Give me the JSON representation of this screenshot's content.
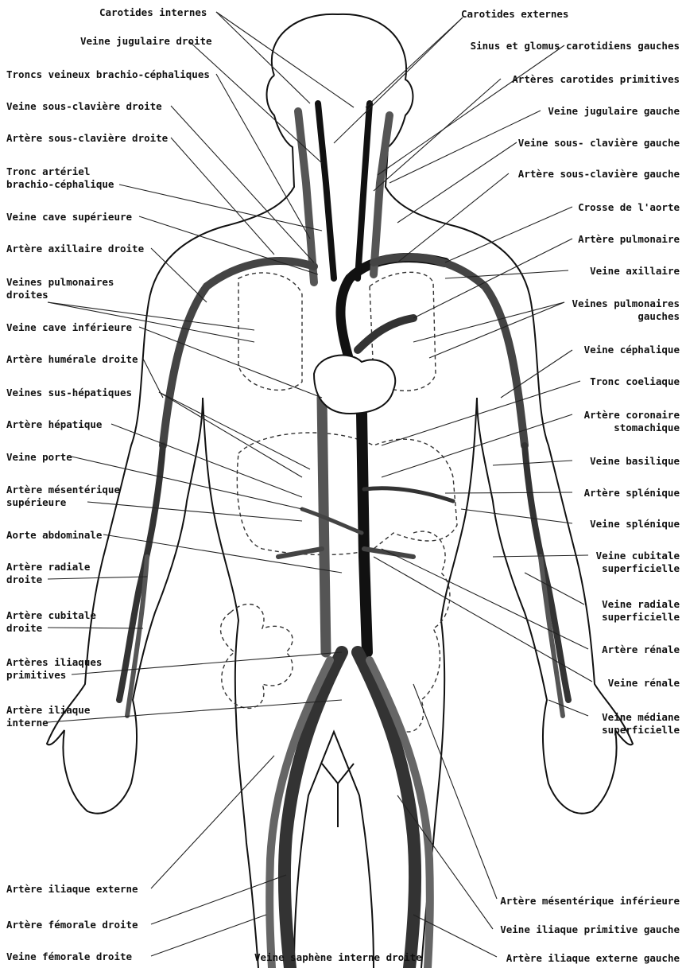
{
  "labels_left": [
    {
      "id": "veine-jugulaire-droite",
      "text": "Veine jugulaire droite"
    },
    {
      "id": "troncs-veineux",
      "text": "Troncs veineux brachio-céphaliques"
    },
    {
      "id": "veine-sous-claviere-droite",
      "text": "Veine sous-clavière droite"
    },
    {
      "id": "artere-sous-claviere-droite",
      "text": "Artère sous-clavière droite"
    },
    {
      "id": "tronc-arteriel-1",
      "text": "Tronc artériel"
    },
    {
      "id": "tronc-arteriel-2",
      "text": "brachio-céphalique"
    },
    {
      "id": "veine-cave-superieure",
      "text": "Veine cave supérieure"
    },
    {
      "id": "artere-axillaire-droite",
      "text": "Artère axillaire droite"
    },
    {
      "id": "veines-pulmonaires-droites-1",
      "text": "Veines pulmonaires"
    },
    {
      "id": "veines-pulmonaires-droites-2",
      "text": "droites"
    },
    {
      "id": "veine-cave-inferieure",
      "text": "Veine cave inférieure"
    },
    {
      "id": "artere-humerale-droite",
      "text": "Artère humérale droite"
    },
    {
      "id": "veines-sus-hepatiques",
      "text": "Veines sus-hépatiques"
    },
    {
      "id": "artere-hepatique",
      "text": "Artère hépatique"
    },
    {
      "id": "veine-porte",
      "text": "Veine porte"
    },
    {
      "id": "artere-mesenterique-sup-1",
      "text": "Artère mésentérique"
    },
    {
      "id": "artere-mesenterique-sup-2",
      "text": "supérieure"
    },
    {
      "id": "aorte-abdominale",
      "text": "Aorte abdominale"
    },
    {
      "id": "artere-radiale-droite-1",
      "text": "Artère radiale"
    },
    {
      "id": "artere-radiale-droite-2",
      "text": "droite"
    },
    {
      "id": "artere-cubitale-droite-1",
      "text": "Artère cubitale"
    },
    {
      "id": "artere-cubitale-droite-2",
      "text": "droite"
    },
    {
      "id": "arteres-iliaques-primitives-1",
      "text": "Artères iliaques"
    },
    {
      "id": "arteres-iliaques-primitives-2",
      "text": "primitives"
    },
    {
      "id": "artere-iliaque-interne-1",
      "text": "Artère iliaque"
    },
    {
      "id": "artere-iliaque-interne-2",
      "text": "interne"
    },
    {
      "id": "artere-iliaque-externe",
      "text": "Artère iliaque externe"
    },
    {
      "id": "artere-femorale-droite",
      "text": "Artère fémorale droite"
    },
    {
      "id": "veine-femorale-droite",
      "text": "Veine fémorale droite"
    }
  ],
  "labels_right": [
    {
      "id": "carotides-externes",
      "text": "Carotides externes"
    },
    {
      "id": "sinus-glomus",
      "text": "Sinus et glomus carotidiens gauches"
    },
    {
      "id": "arteres-carotides-primitives",
      "text": "Artères carotides primitives"
    },
    {
      "id": "veine-jugulaire-gauche",
      "text": "Veine jugulaire gauche"
    },
    {
      "id": "veine-sous-claviere-gauche",
      "text": "Veine sous- clavière gauche"
    },
    {
      "id": "artere-sous-claviere-gauche",
      "text": "Artère sous-clavière gauche"
    },
    {
      "id": "crosse-aorte",
      "text": "Crosse de l'aorte"
    },
    {
      "id": "artere-pulmonaire",
      "text": "Artère pulmonaire"
    },
    {
      "id": "veine-axillaire",
      "text": "Veine axillaire"
    },
    {
      "id": "veines-pulmonaires-gauches-1",
      "text": "Veines pulmonaires"
    },
    {
      "id": "veines-pulmonaires-gauches-2",
      "text": "gauches"
    },
    {
      "id": "veine-cephalique",
      "text": "Veine céphalique"
    },
    {
      "id": "tronc-coeliaque",
      "text": "Tronc coeliaque"
    },
    {
      "id": "artere-coronaire-1",
      "text": "Artère coronaire"
    },
    {
      "id": "artere-coronaire-2",
      "text": "stomachique"
    },
    {
      "id": "veine-basilique",
      "text": "Veine basilique"
    },
    {
      "id": "artere-splenique",
      "text": "Artère splénique"
    },
    {
      "id": "veine-splenique",
      "text": "Veine splénique"
    },
    {
      "id": "veine-cubitale-1",
      "text": "Veine cubitale"
    },
    {
      "id": "veine-cubitale-2",
      "text": "superficielle"
    },
    {
      "id": "veine-radiale-1",
      "text": "Veine radiale"
    },
    {
      "id": "veine-radiale-2",
      "text": "superficielle"
    },
    {
      "id": "artere-renale",
      "text": "Artère rénale"
    },
    {
      "id": "veine-renale",
      "text": "Veine rénale"
    },
    {
      "id": "veine-mediane-1",
      "text": "Veine médiane"
    },
    {
      "id": "veine-mediane-2",
      "text": "superficielle"
    },
    {
      "id": "artere-mesenterique-inf",
      "text": "Artère mésentérique inférieure"
    },
    {
      "id": "veine-iliaque-primitive-gauche",
      "text": "Veine iliaque primitive gauche"
    },
    {
      "id": "artere-iliaque-externe-gauche",
      "text": "Artère iliaque externe gauche"
    }
  ],
  "labels_top": [
    {
      "id": "carotides-internes",
      "text": "Carotides internes"
    }
  ],
  "labels_bottom": [
    {
      "id": "veine-saphene",
      "text": "Veine saphène interne droite"
    }
  ],
  "colors": {
    "ink": "#111111",
    "vessel": "#4a4a4a",
    "artery": "#1a1a1a",
    "paper": "#ffffff"
  }
}
